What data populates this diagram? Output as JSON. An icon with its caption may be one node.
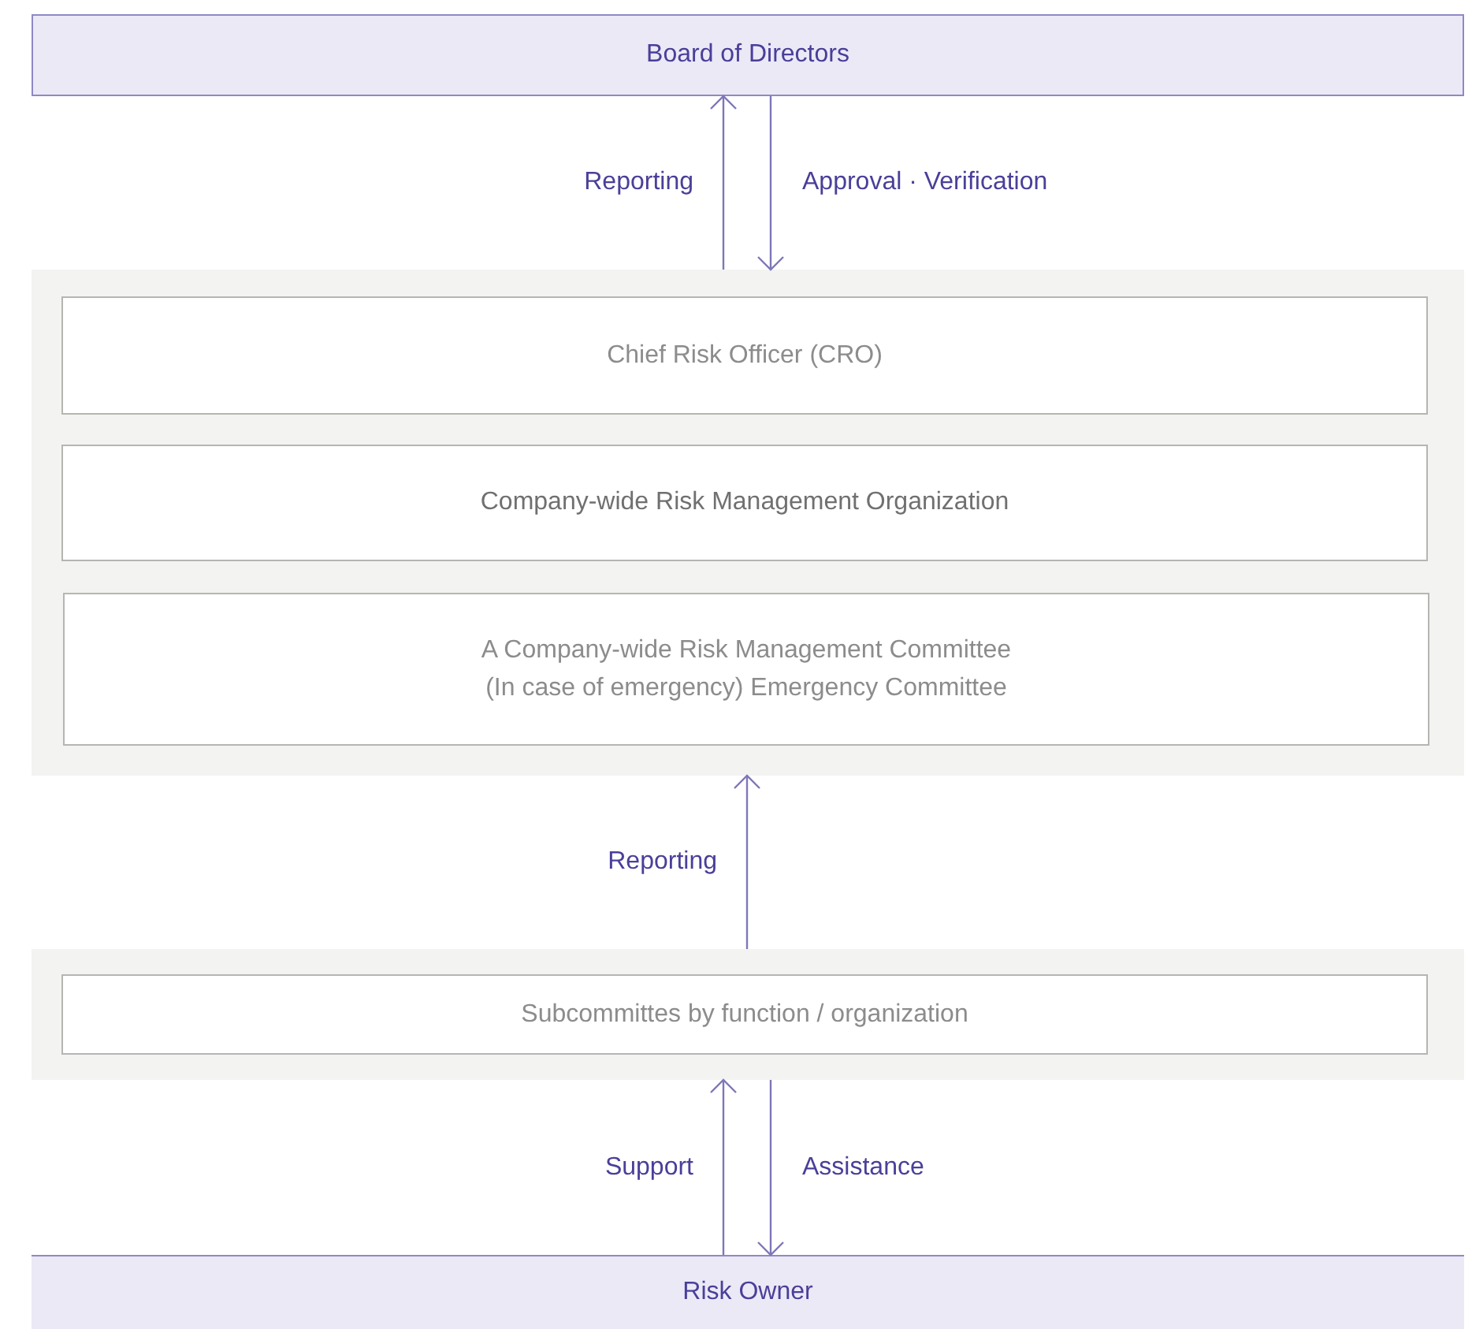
{
  "diagram": {
    "nodes": [
      {
        "text": [
          "Board of Directors"
        ]
      },
      {
        "text": [],
        "shape": "box"
      },
      {
        "text": [
          "Chief Risk Officer (CRO)"
        ],
        "in": 1
      },
      {
        "text": [
          "Company-wide Risk Management Organization"
        ],
        "in": 1
      },
      {
        "text": [
          "A Company-wide Risk Management Committee",
          "(In case of emergency) Emergency Committee"
        ],
        "in": 1
      },
      {
        "text": [],
        "shape": "box"
      },
      {
        "text": [
          "Subcommittes by function / organization"
        ],
        "in": 5
      },
      {
        "text": [
          "Risk Owner"
        ]
      }
    ],
    "edges": [
      {
        "from": 1,
        "to": 0,
        "arrow": "to",
        "label": "Reporting"
      },
      {
        "from": 0,
        "to": 1,
        "arrow": "to",
        "label": "Approval · Verification"
      },
      {
        "from": 5,
        "to": 1,
        "arrow": "to",
        "label": "Reporting"
      },
      {
        "from": 7,
        "to": 5,
        "arrow": "to",
        "label": "Support"
      },
      {
        "from": 5,
        "to": 7,
        "arrow": "to",
        "label": "Assistance"
      }
    ]
  }
}
